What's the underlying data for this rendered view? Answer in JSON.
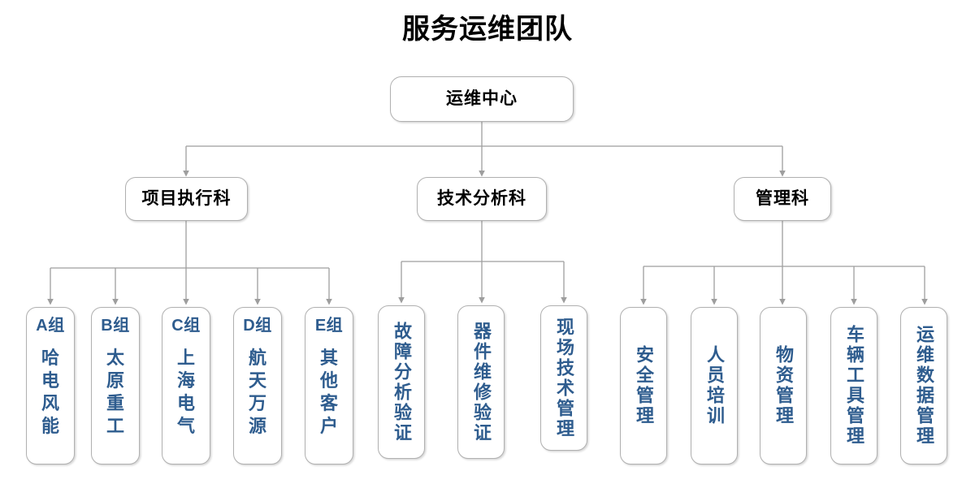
{
  "title": "服务运维团队",
  "colors": {
    "title_text": "#000000",
    "node_border": "#b0b0b0",
    "connector": "#9e9e9e",
    "leaf_text": "#2e5c8e",
    "node_fill": "#ffffff"
  },
  "root": {
    "label": "运维中心"
  },
  "departments": [
    {
      "label": "项目执行科"
    },
    {
      "label": "技术分析科"
    },
    {
      "label": "管理科"
    }
  ],
  "groups": [
    {
      "code": "A组",
      "name": "哈电风能"
    },
    {
      "code": "B组",
      "name": "太原重工"
    },
    {
      "code": "C组",
      "name": "上海电气"
    },
    {
      "code": "D组",
      "name": "航天万源"
    },
    {
      "code": "E组",
      "name": "其他客户"
    }
  ],
  "technical_items": [
    {
      "label": "故障分析验证"
    },
    {
      "label": "器件维修验证"
    },
    {
      "label": "现场技术管理"
    }
  ],
  "management_items": [
    {
      "label": "安全管理"
    },
    {
      "label": "人员培训"
    },
    {
      "label": "物资管理"
    },
    {
      "label": "车辆工具管理"
    },
    {
      "label": "运维数据管理"
    }
  ]
}
